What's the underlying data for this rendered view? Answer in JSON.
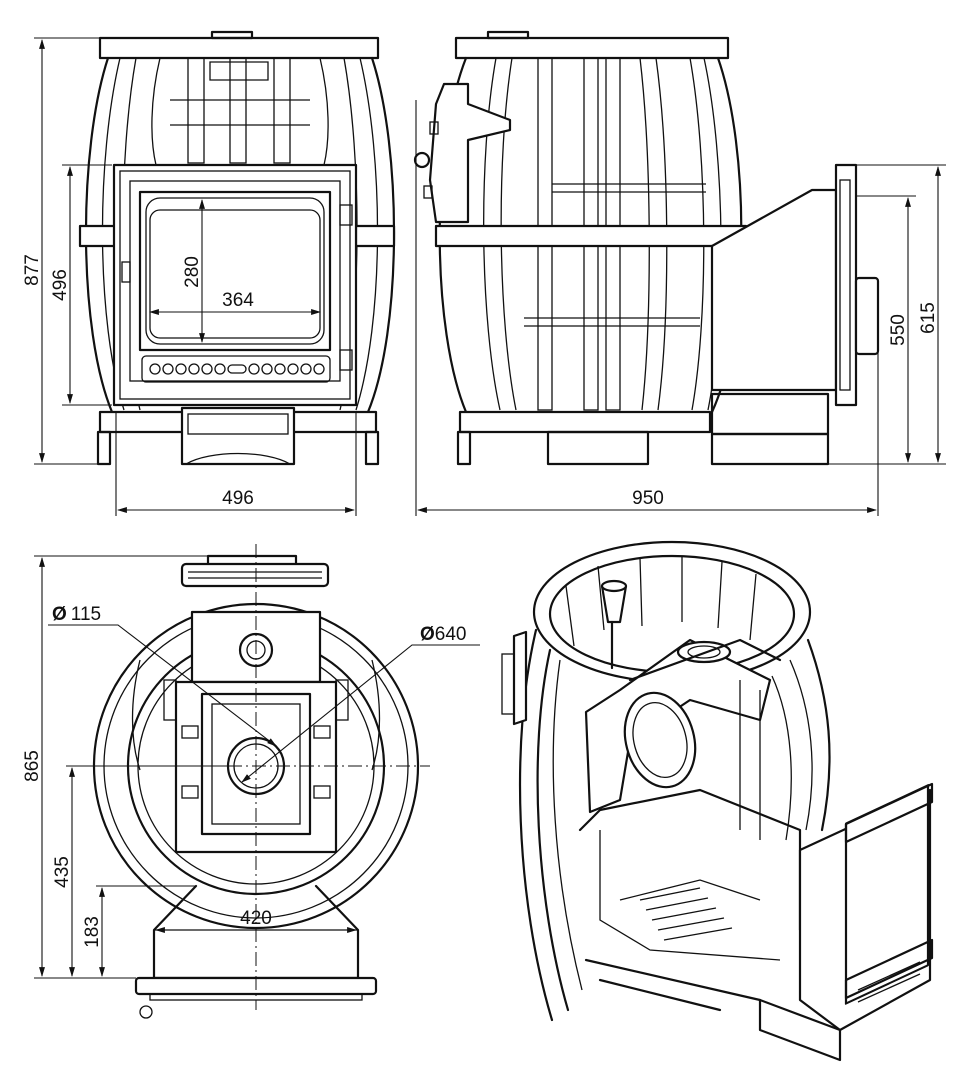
{
  "dimensions": {
    "front_height": "877",
    "front_door_height": "496",
    "front_glass_height": "280",
    "front_glass_width": "364",
    "front_width": "496",
    "side_length": "950",
    "side_tunnel_height": "550",
    "side_tunnel_total": "615",
    "top_chimney_diameter": "115",
    "top_body_diameter": "640",
    "top_depth": "865",
    "top_center_offset": "435",
    "top_tunnel_depth": "183",
    "top_tunnel_width": "420"
  },
  "symbols": {
    "diameter": "Ø"
  }
}
